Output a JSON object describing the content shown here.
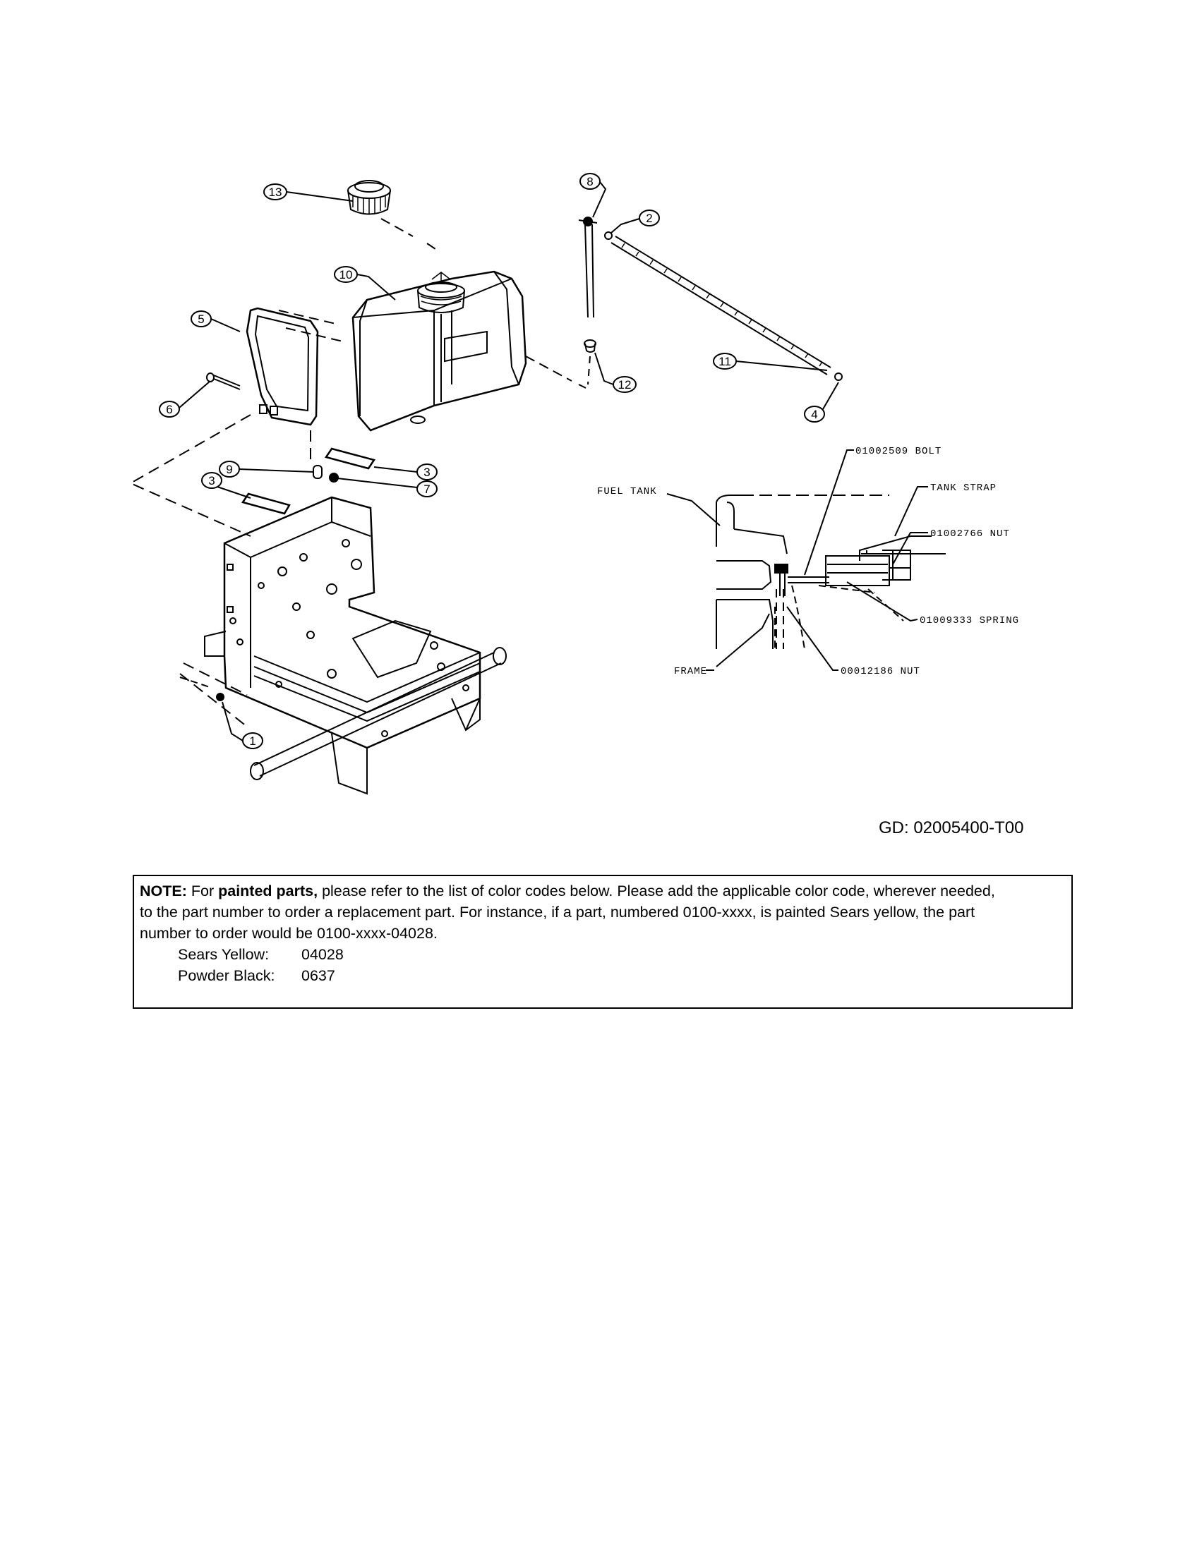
{
  "callouts": [
    "1",
    "2",
    "3",
    "4",
    "5",
    "6",
    "7",
    "8",
    "9",
    "10",
    "11",
    "12",
    "13"
  ],
  "detail_labels": {
    "bolt": "01002509 BOLT",
    "fuel_tank": "FUEL TANK",
    "tank_strap": "TANK STRAP",
    "nut_1": "01002766 NUT",
    "spring": "01009333 SPRING",
    "frame": "FRAME",
    "nut_2": "00012186 NUT"
  },
  "diagram_code": "GD: 02005400-T00",
  "note": {
    "lead": "NOTE:",
    "pre": "For",
    "bold": "painted parts,",
    "line1_rest": "please refer to the list of color codes below. Please add the applicable color code, wherever needed,",
    "line2": "to the part number to order a replacement part. For instance, if a part, numbered 0100-xxxx, is painted Sears yellow, the part",
    "line3": "number to order would be 0100-xxxx-04028.",
    "colors": [
      {
        "name": "Sears Yellow:",
        "code": "04028"
      },
      {
        "name": "Powder Black:",
        "code": "0637"
      }
    ]
  }
}
